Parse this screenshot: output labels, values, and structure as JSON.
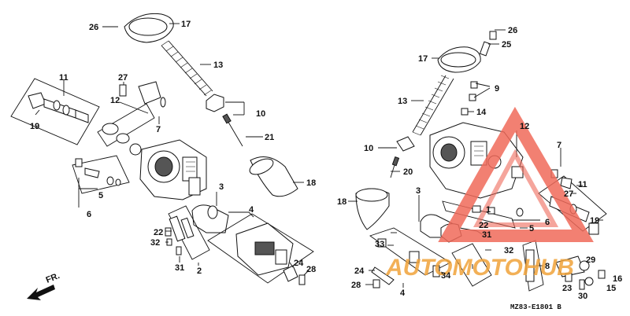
{
  "diagram": {
    "left_assembly": {
      "callouts": [
        "26",
        "17",
        "13",
        "10",
        "21",
        "18",
        "11",
        "19",
        "27",
        "12",
        "7",
        "5",
        "6",
        "3",
        "4",
        "22",
        "32",
        "31",
        "2",
        "24",
        "28"
      ]
    },
    "right_assembly": {
      "callouts": [
        "26",
        "25",
        "17",
        "9",
        "13",
        "14",
        "12",
        "10",
        "20",
        "7",
        "11",
        "27",
        "19",
        "18",
        "3",
        "1",
        "22",
        "31",
        "33",
        "5",
        "6",
        "32",
        "24",
        "28",
        "34",
        "4",
        "8",
        "29",
        "16",
        "23",
        "15",
        "30"
      ]
    },
    "direction_label": "FR.",
    "figure_code": "MZ83-E1801 B",
    "watermark": {
      "text": "AUTOMOTOHUB",
      "color_main": "#f0a33a",
      "color_logo": "#f06a5a"
    }
  }
}
